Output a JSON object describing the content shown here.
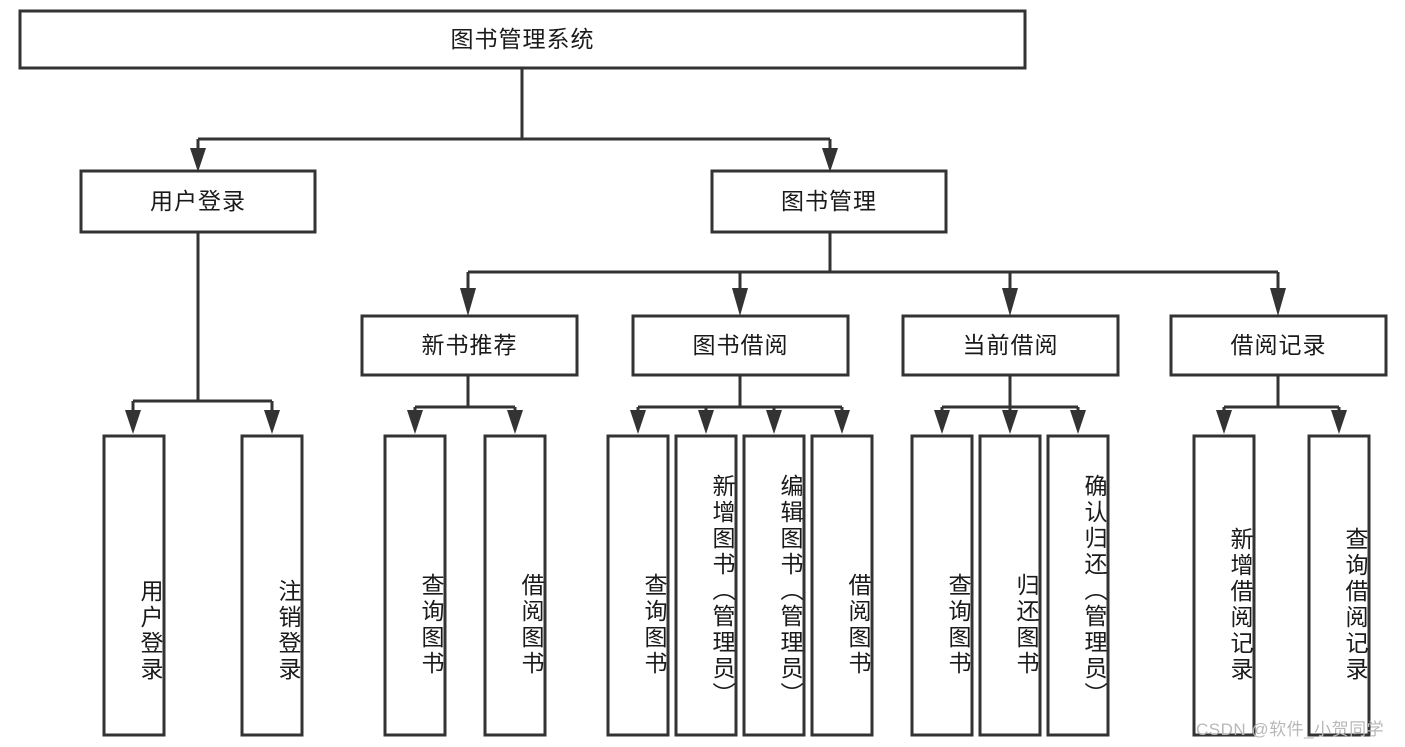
{
  "diagram": {
    "type": "tree-hierarchy-chart",
    "title": "图书管理系统",
    "watermark": "CSDN @软件_小贺同学",
    "colors": {
      "stroke": "#333333",
      "fill": "#ffffff",
      "text": "#1a1a1a",
      "watermark": "#b8b8b8"
    },
    "nodes": {
      "root": {
        "label": "图书管理系统",
        "level": 1,
        "orientation": "horizontal"
      },
      "l2_user_login": {
        "label": "用户登录",
        "level": 2,
        "orientation": "horizontal"
      },
      "l2_book_admin": {
        "label": "图书管理",
        "level": 2,
        "orientation": "horizontal"
      },
      "l3_new_book_rec": {
        "label": "新书推荐",
        "level": 3,
        "orientation": "horizontal"
      },
      "l3_book_borrow": {
        "label": "图书借阅",
        "level": 3,
        "orientation": "horizontal"
      },
      "l3_current_borrow": {
        "label": "当前借阅",
        "level": 3,
        "orientation": "horizontal"
      },
      "l3_borrow_record": {
        "label": "借阅记录",
        "level": 3,
        "orientation": "horizontal"
      },
      "leaf_user_login": {
        "label": "用户登录",
        "level": 4,
        "orientation": "vertical"
      },
      "leaf_user_logout": {
        "label": "注销登录",
        "level": 4,
        "orientation": "vertical"
      },
      "leaf_query_book_a": {
        "label": "查询图书",
        "level": 4,
        "orientation": "vertical"
      },
      "leaf_borrow_book_a": {
        "label": "借阅图书",
        "level": 4,
        "orientation": "vertical"
      },
      "leaf_query_book_b": {
        "label": "查询图书",
        "level": 4,
        "orientation": "vertical"
      },
      "leaf_add_book": {
        "label": "新增图书（管理员）",
        "level": 4,
        "orientation": "vertical"
      },
      "leaf_edit_book": {
        "label": "编辑图书（管理员）",
        "level": 4,
        "orientation": "vertical"
      },
      "leaf_borrow_book_b": {
        "label": "借阅图书",
        "level": 4,
        "orientation": "vertical"
      },
      "leaf_query_book_c": {
        "label": "查询图书",
        "level": 4,
        "orientation": "vertical"
      },
      "leaf_return_book": {
        "label": "归还图书",
        "level": 4,
        "orientation": "vertical"
      },
      "leaf_confirm_return": {
        "label": "确认归还（管理员）",
        "level": 4,
        "orientation": "vertical"
      },
      "leaf_add_record": {
        "label": "新增借阅记录",
        "level": 4,
        "orientation": "vertical"
      },
      "leaf_query_record": {
        "label": "查询借阅记录",
        "level": 4,
        "orientation": "vertical"
      }
    },
    "edges": [
      {
        "from": "root",
        "to": "l2_user_login"
      },
      {
        "from": "root",
        "to": "l2_book_admin"
      },
      {
        "from": "l2_user_login",
        "to": "leaf_user_login"
      },
      {
        "from": "l2_user_login",
        "to": "leaf_user_logout"
      },
      {
        "from": "l2_book_admin",
        "to": "l3_new_book_rec"
      },
      {
        "from": "l2_book_admin",
        "to": "l3_book_borrow"
      },
      {
        "from": "l2_book_admin",
        "to": "l3_current_borrow"
      },
      {
        "from": "l2_book_admin",
        "to": "l3_borrow_record"
      },
      {
        "from": "l3_new_book_rec",
        "to": "leaf_query_book_a"
      },
      {
        "from": "l3_new_book_rec",
        "to": "leaf_borrow_book_a"
      },
      {
        "from": "l3_book_borrow",
        "to": "leaf_query_book_b"
      },
      {
        "from": "l3_book_borrow",
        "to": "leaf_add_book"
      },
      {
        "from": "l3_book_borrow",
        "to": "leaf_edit_book"
      },
      {
        "from": "l3_book_borrow",
        "to": "leaf_borrow_book_b"
      },
      {
        "from": "l3_current_borrow",
        "to": "leaf_query_book_c"
      },
      {
        "from": "l3_current_borrow",
        "to": "leaf_return_book"
      },
      {
        "from": "l3_current_borrow",
        "to": "leaf_confirm_return"
      },
      {
        "from": "l3_borrow_record",
        "to": "leaf_add_record"
      },
      {
        "from": "l3_borrow_record",
        "to": "leaf_query_record"
      }
    ]
  }
}
